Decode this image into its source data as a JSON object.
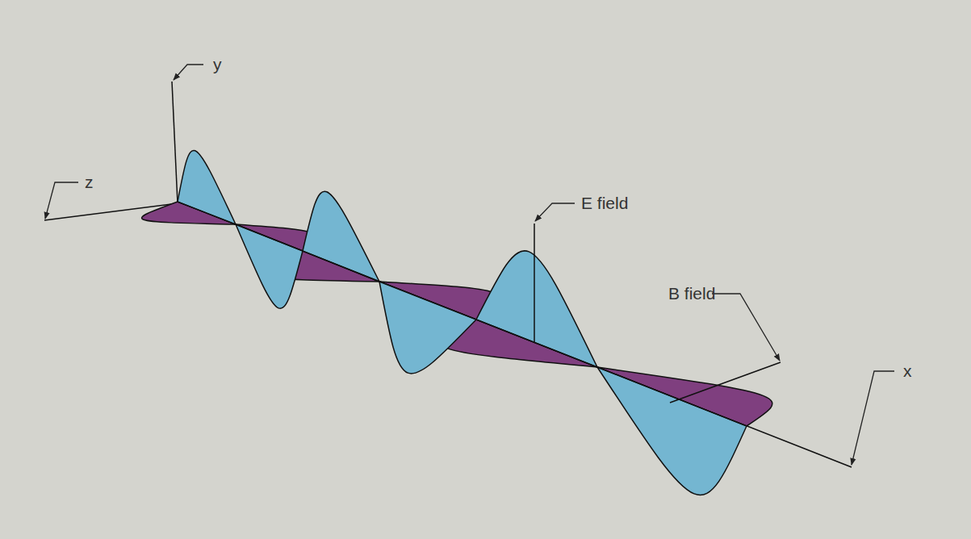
{
  "diagram": {
    "labels": [
      "y",
      "z",
      "E field",
      "B field",
      "x"
    ]
  }
}
